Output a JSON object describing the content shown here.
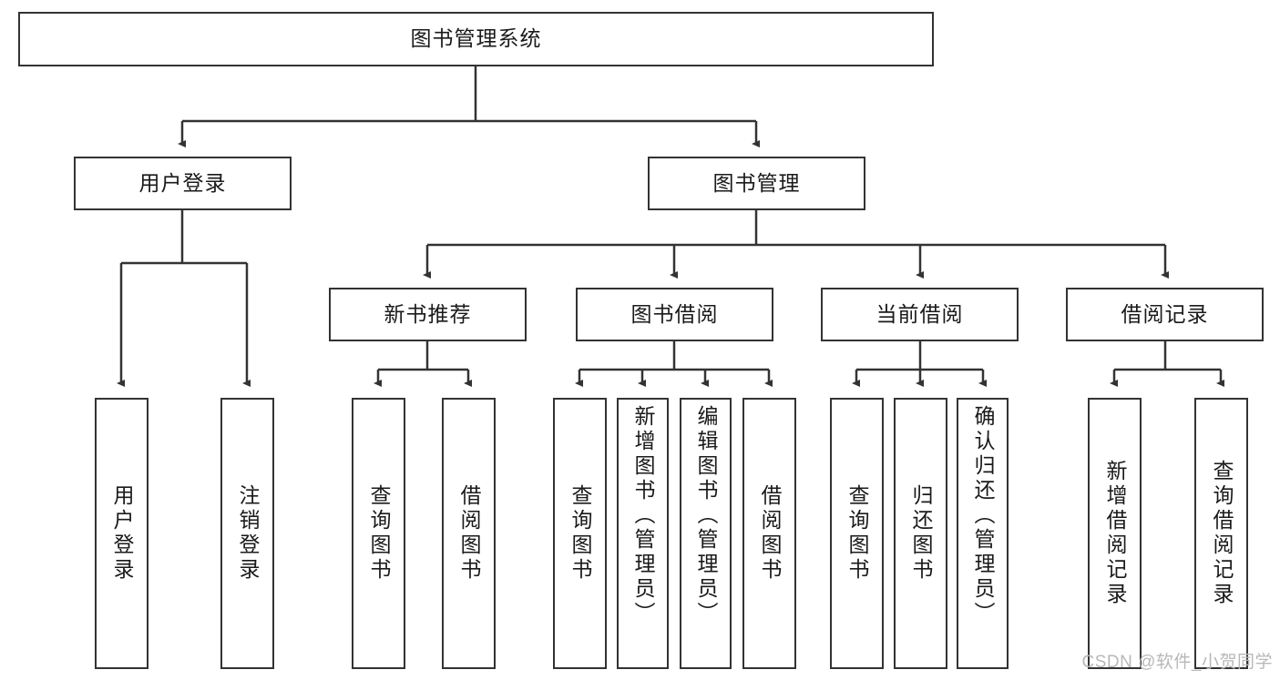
{
  "diagram": {
    "title": "图书管理系统",
    "type": "tree-hierarchy-chart",
    "colors": {
      "stroke": "#333333",
      "fill": "#ffffff",
      "text": "#1a1a1a",
      "watermark": "#b8b8b8"
    },
    "root": {
      "label": "图书管理系统"
    },
    "level2": [
      {
        "label": "用户登录"
      },
      {
        "label": "图书管理"
      }
    ],
    "level3": [
      {
        "label": "新书推荐"
      },
      {
        "label": "图书借阅"
      },
      {
        "label": "当前借阅"
      },
      {
        "label": "借阅记录"
      }
    ],
    "leaves": {
      "user_login": [
        {
          "label": "用户登录"
        },
        {
          "label": "注销登录"
        }
      ],
      "new_book_recommend": [
        {
          "label": "查询图书"
        },
        {
          "label": "借阅图书"
        }
      ],
      "book_borrow": [
        {
          "label": "查询图书"
        },
        {
          "label": "新增图书（管理员）"
        },
        {
          "label": "编辑图书（管理员）"
        },
        {
          "label": "借阅图书"
        }
      ],
      "current_borrow": [
        {
          "label": "查询图书"
        },
        {
          "label": "归还图书"
        },
        {
          "label": "确认归还（管理员）"
        }
      ],
      "borrow_record": [
        {
          "label": "新增借阅记录"
        },
        {
          "label": "查询借阅记录"
        }
      ]
    },
    "watermark": "CSDN @软件_小贺同学"
  }
}
